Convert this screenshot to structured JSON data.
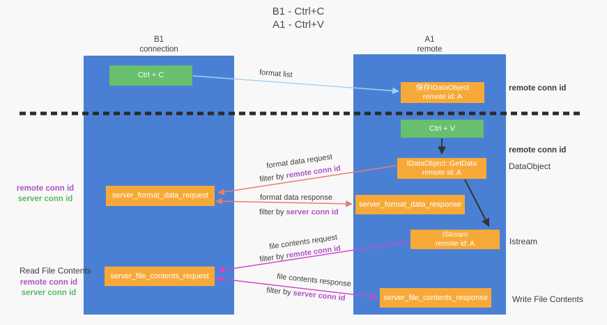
{
  "title": {
    "line1": "B1 - Ctrl+C",
    "line2": "A1 - Ctrl+V"
  },
  "lanes": {
    "left": {
      "title": "B1",
      "subtitle": "connection"
    },
    "right": {
      "title": "A1",
      "subtitle": "remote"
    }
  },
  "nodes": {
    "ctrl_c": {
      "label": "Ctrl + C"
    },
    "ctrl_v": {
      "label": "Ctrl + V"
    },
    "save_dataobject": {
      "line1": "保存IDataObject",
      "line2": "remote id: A"
    },
    "getdata": {
      "line1": "IDataObject::GetData",
      "line2": "remote id: A"
    },
    "istream": {
      "line1": "IStream",
      "line2": "remote id: A"
    },
    "format_request": {
      "label": "server_format_data_request"
    },
    "format_response": {
      "label": "server_format_data_response"
    },
    "file_request": {
      "label": "server_file_contents_request"
    },
    "file_response": {
      "label": "server_file_contents_response"
    }
  },
  "arrow_labels": {
    "format_list": "format list",
    "format_data_request": "format data request",
    "format_data_response": "format data response",
    "file_contents_request": "file contents request",
    "file_contents_response": "file contents response",
    "filter_by": "filter by ",
    "remote_conn_id": "remote conn id",
    "server_conn_id": "server conn id"
  },
  "side_labels": {
    "remote_conn_id": "remote conn id",
    "server_conn_id": "server conn id",
    "dataobject": "DataObject",
    "istream": "Istream",
    "read_file_contents": "Read File Contents",
    "write_file_contents": "Write File Contents"
  },
  "colors": {
    "lane_blue": "#4a80d4",
    "node_green": "#68bf6d",
    "node_orange": "#f7a938",
    "accent_purple": "#b052c4",
    "accent_green": "#5cb860",
    "arrow_light_blue": "#a5d3f3",
    "arrow_red": "#e87c72",
    "arrow_magenta": "#cc49c9",
    "arrow_black": "#333333",
    "dashed_divider": "#2b2b2b"
  }
}
